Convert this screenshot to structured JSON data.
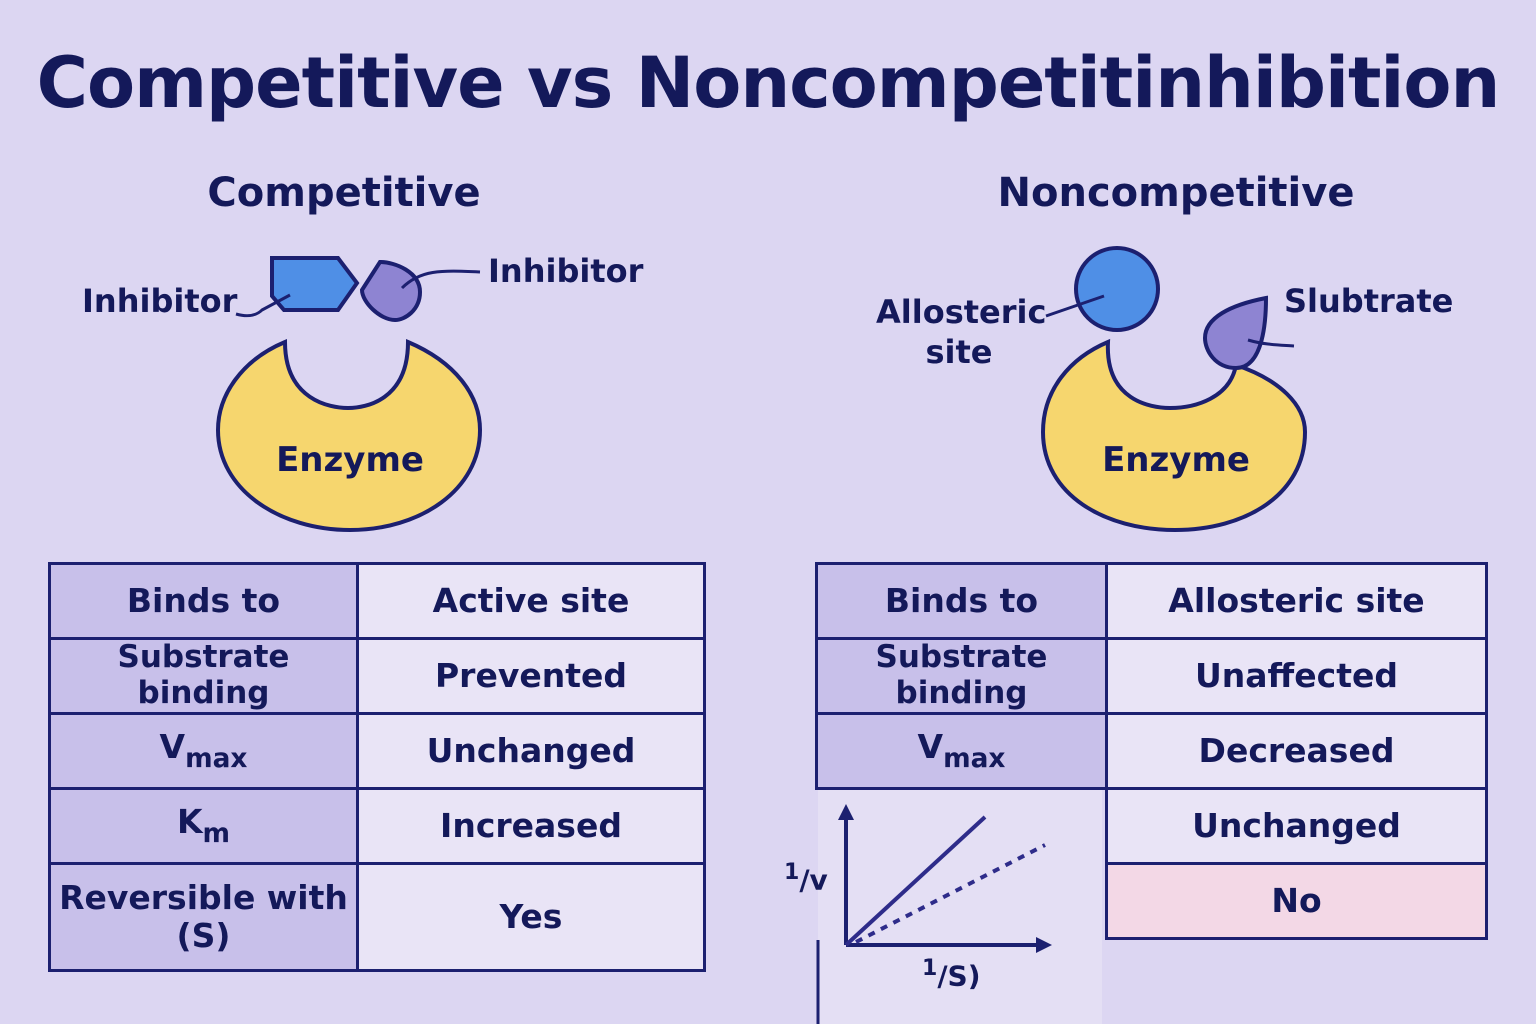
{
  "title": "Competitive vs Noncompetitinhibition",
  "competitive": {
    "heading": "Competitive",
    "labels": {
      "inhibitor_left": "Inhibitor",
      "inhibitor_right": "Inhibitor",
      "enzyme": "Enzyme"
    },
    "table": [
      {
        "key": "Binds to",
        "value": "Active site"
      },
      {
        "key": "Substrate binding",
        "value": "Prevented"
      },
      {
        "key_main": "V",
        "key_sub": "max",
        "value": "Unchanged"
      },
      {
        "key_main": "K",
        "key_sub": "m",
        "value": "Increased"
      },
      {
        "key_line1": "Reversible with",
        "key_line2": "(S)",
        "value": "Yes"
      }
    ]
  },
  "noncompetitive": {
    "heading": "Noncompetitive",
    "labels": {
      "allosteric_line1": "Allosteric",
      "allosteric_line2": "site",
      "substrate": "Slubtrate",
      "enzyme": "Enzyme"
    },
    "table": [
      {
        "key": "Binds to",
        "value": "Allosteric site"
      },
      {
        "key": "Substrate binding",
        "value": "Unaffected"
      },
      {
        "key_main": "V",
        "key_sub": "max",
        "value": "Decreased"
      },
      {
        "value": "Unchanged"
      },
      {
        "value": "No"
      }
    ],
    "plot": {
      "y_label_sup": "1",
      "y_label_main": "/v",
      "x_label_sup": "1",
      "x_label_main": "/S)"
    }
  },
  "colors": {
    "background": "#dcd6f2",
    "text": "#14195a",
    "enzyme": "#f6d66e",
    "inhibitor_blue": "#4f8fe6",
    "substrate_purple": "#8e84d2",
    "key_cell": "#c8c0ea",
    "value_cell": "#e9e4f6",
    "no_cell": "#f3d8e6"
  }
}
